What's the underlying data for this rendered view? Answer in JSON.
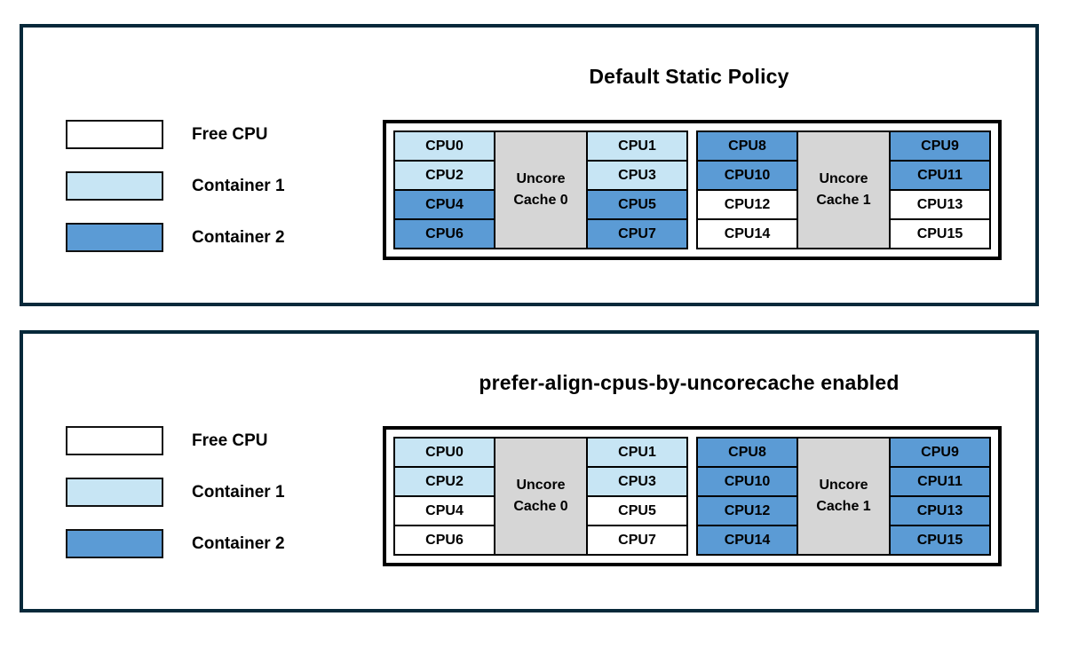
{
  "colors": {
    "free": "#ffffff",
    "container1": "#c7e5f4",
    "container2": "#5b9bd5",
    "cache": "#d6d6d6",
    "panel_border": "#07293a",
    "cell_border": "#000000"
  },
  "legend": {
    "items": [
      {
        "label": "Free CPU",
        "color": "free"
      },
      {
        "label": "Container 1",
        "color": "container1"
      },
      {
        "label": "Container 2",
        "color": "container2"
      }
    ]
  },
  "panels": [
    {
      "title": "Default Static Policy",
      "groups": [
        {
          "cache_label": "Uncore Cache 0",
          "left_cpus": [
            {
              "label": "CPU0",
              "state": "container1"
            },
            {
              "label": "CPU2",
              "state": "container1"
            },
            {
              "label": "CPU4",
              "state": "container2"
            },
            {
              "label": "CPU6",
              "state": "container2"
            }
          ],
          "right_cpus": [
            {
              "label": "CPU1",
              "state": "container1"
            },
            {
              "label": "CPU3",
              "state": "container1"
            },
            {
              "label": "CPU5",
              "state": "container2"
            },
            {
              "label": "CPU7",
              "state": "container2"
            }
          ]
        },
        {
          "cache_label": "Uncore Cache 1",
          "left_cpus": [
            {
              "label": "CPU8",
              "state": "container2"
            },
            {
              "label": "CPU10",
              "state": "container2"
            },
            {
              "label": "CPU12",
              "state": "free"
            },
            {
              "label": "CPU14",
              "state": "free"
            }
          ],
          "right_cpus": [
            {
              "label": "CPU9",
              "state": "container2"
            },
            {
              "label": "CPU11",
              "state": "container2"
            },
            {
              "label": "CPU13",
              "state": "free"
            },
            {
              "label": "CPU15",
              "state": "free"
            }
          ]
        }
      ]
    },
    {
      "title": "prefer-align-cpus-by-uncorecache enabled",
      "groups": [
        {
          "cache_label": "Uncore Cache 0",
          "left_cpus": [
            {
              "label": "CPU0",
              "state": "container1"
            },
            {
              "label": "CPU2",
              "state": "container1"
            },
            {
              "label": "CPU4",
              "state": "free"
            },
            {
              "label": "CPU6",
              "state": "free"
            }
          ],
          "right_cpus": [
            {
              "label": "CPU1",
              "state": "container1"
            },
            {
              "label": "CPU3",
              "state": "container1"
            },
            {
              "label": "CPU5",
              "state": "free"
            },
            {
              "label": "CPU7",
              "state": "free"
            }
          ]
        },
        {
          "cache_label": "Uncore Cache 1",
          "left_cpus": [
            {
              "label": "CPU8",
              "state": "container2"
            },
            {
              "label": "CPU10",
              "state": "container2"
            },
            {
              "label": "CPU12",
              "state": "container2"
            },
            {
              "label": "CPU14",
              "state": "container2"
            }
          ],
          "right_cpus": [
            {
              "label": "CPU9",
              "state": "container2"
            },
            {
              "label": "CPU11",
              "state": "container2"
            },
            {
              "label": "CPU13",
              "state": "container2"
            },
            {
              "label": "CPU15",
              "state": "container2"
            }
          ]
        }
      ]
    }
  ]
}
